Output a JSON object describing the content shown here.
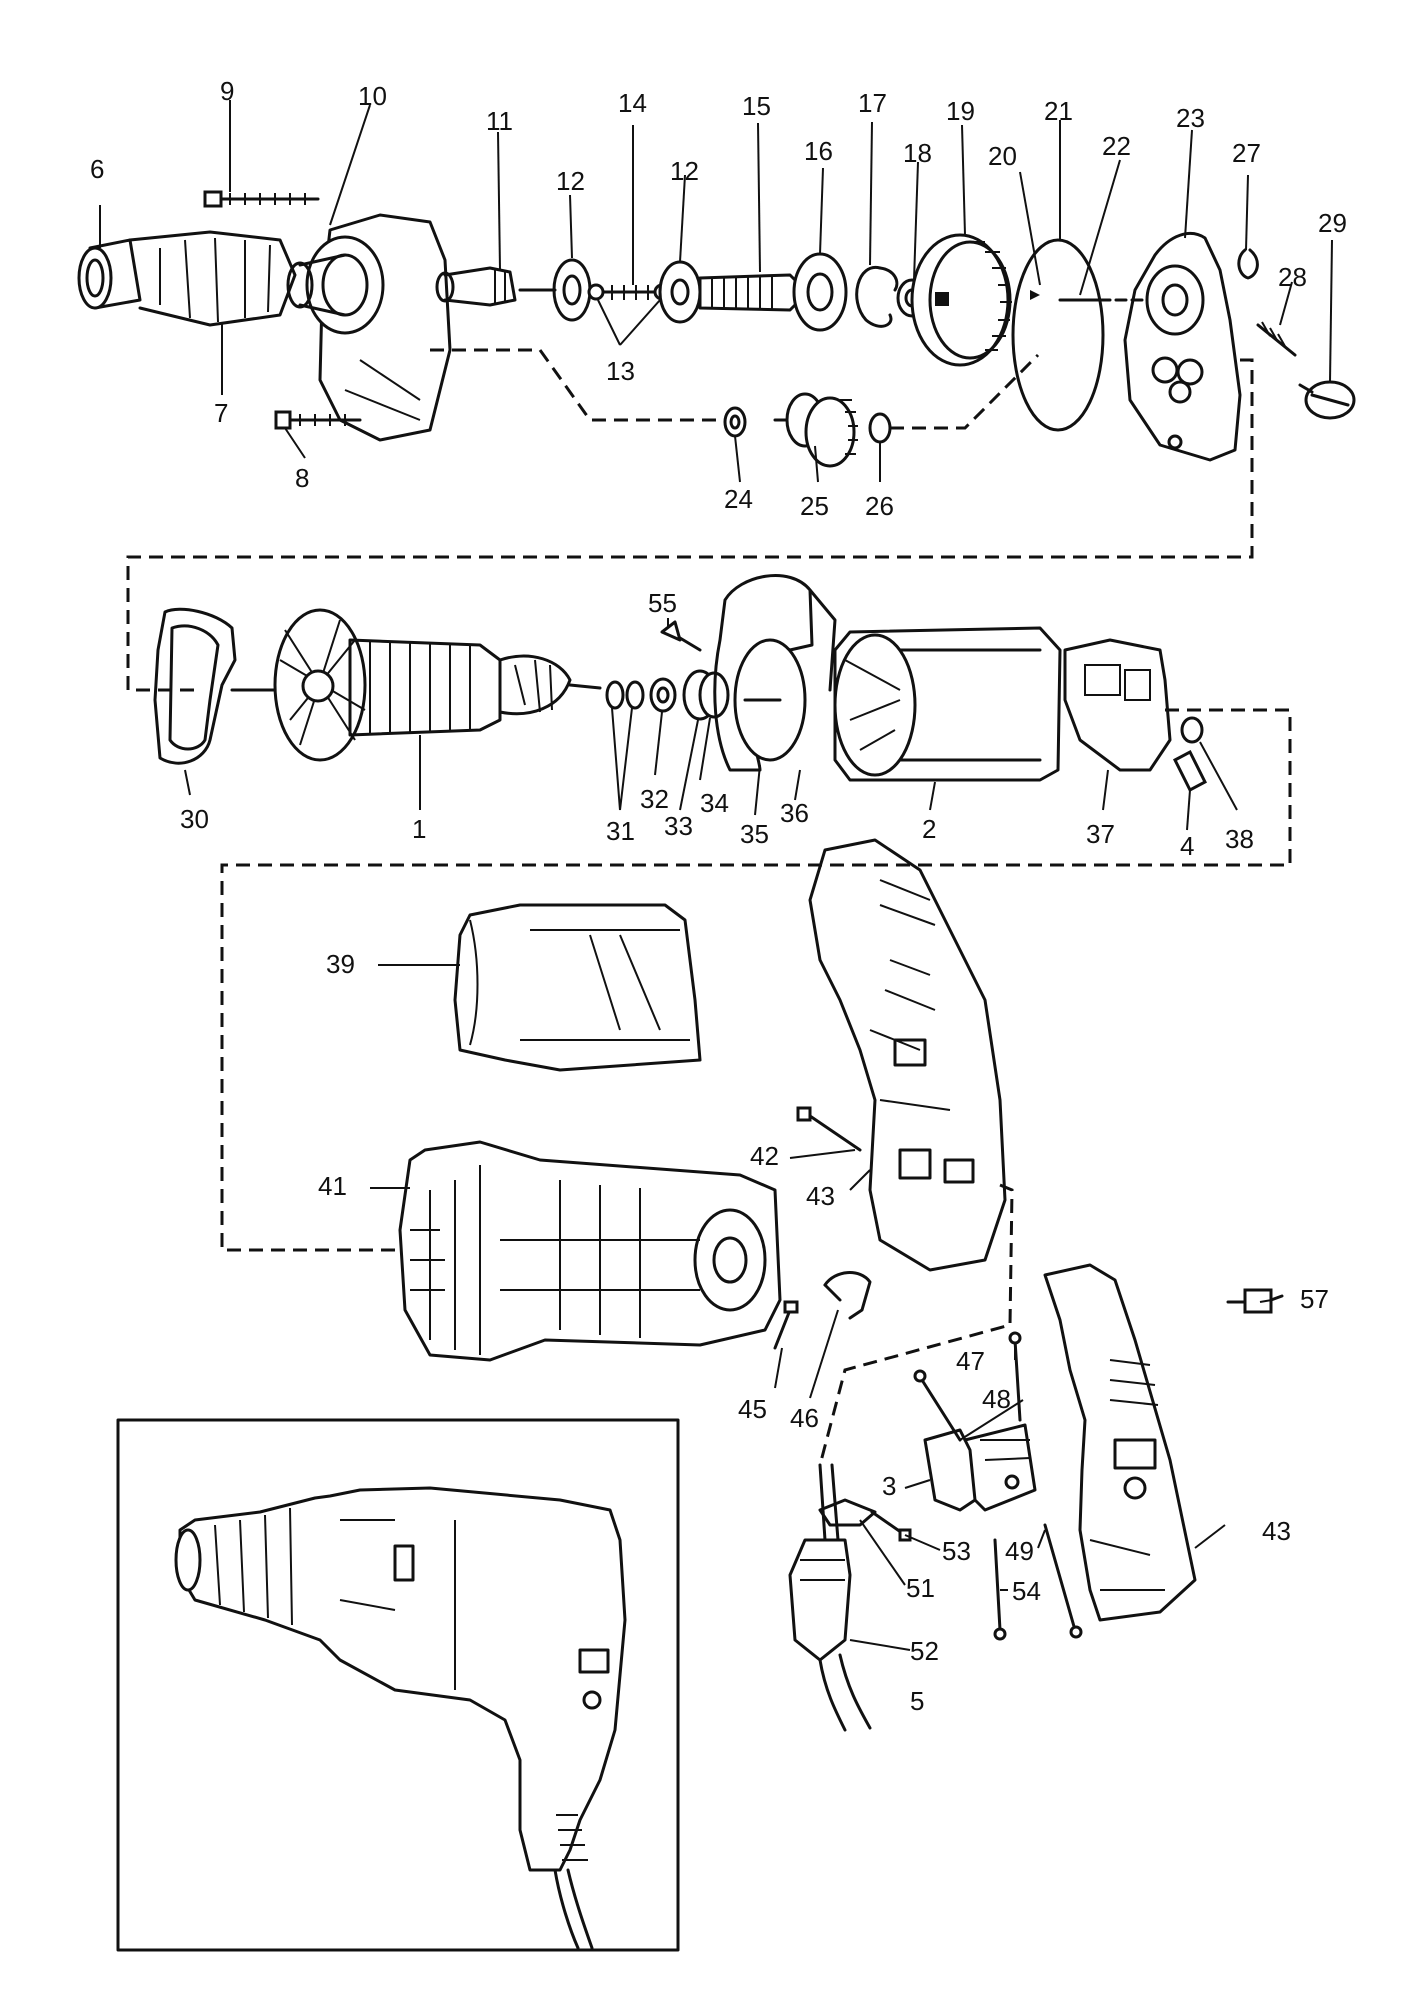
{
  "labels": {
    "p1": "1",
    "p2": "2",
    "p3": "3",
    "p4": "4",
    "p5": "5",
    "p6": "6",
    "p7": "7",
    "p8": "8",
    "p9": "9",
    "p10": "10",
    "p11": "11",
    "p12a": "12",
    "p12b": "12",
    "p13": "13",
    "p14": "14",
    "p15": "15",
    "p16": "16",
    "p17": "17",
    "p18": "18",
    "p19": "19",
    "p20": "20",
    "p21": "21",
    "p22": "22",
    "p23": "23",
    "p24": "24",
    "p25": "25",
    "p26": "26",
    "p27": "27",
    "p28": "28",
    "p29": "29",
    "p30": "30",
    "p31": "31",
    "p32": "32",
    "p33": "33",
    "p34": "34",
    "p35": "35",
    "p36": "36",
    "p37": "37",
    "p38": "38",
    "p39": "39",
    "p41": "41",
    "p42": "42",
    "p43a": "43",
    "p43b": "43",
    "p45": "45",
    "p46": "46",
    "p47": "47",
    "p48": "48",
    "p49": "49",
    "p51": "51",
    "p52": "52",
    "p53": "53",
    "p54": "54",
    "p55": "55",
    "p57": "57"
  }
}
